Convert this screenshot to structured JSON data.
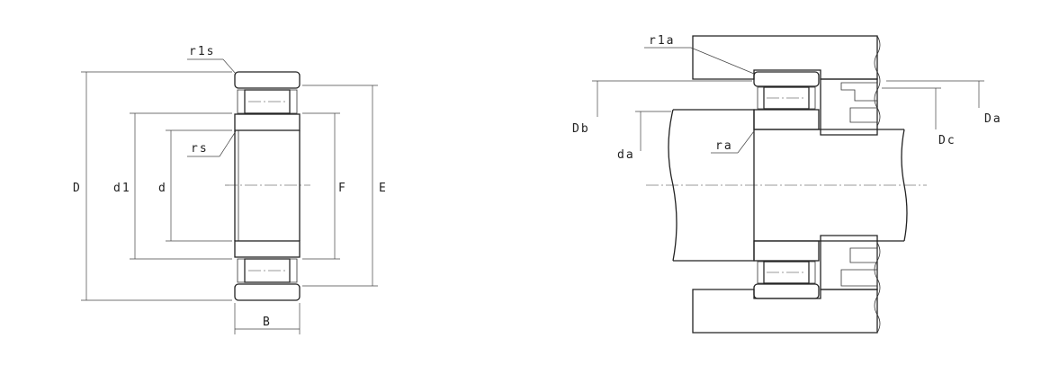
{
  "left_view": {
    "labels": {
      "r1s": "r1s",
      "rs": "rs",
      "D": "D",
      "d1": "d1",
      "d": "d",
      "F": "F",
      "E": "E",
      "B": "B"
    }
  },
  "right_view": {
    "labels": {
      "r1a": "r1a",
      "Db": "Db",
      "da": "da",
      "ra": "ra",
      "Dc": "Dc",
      "Da": "Da"
    }
  }
}
